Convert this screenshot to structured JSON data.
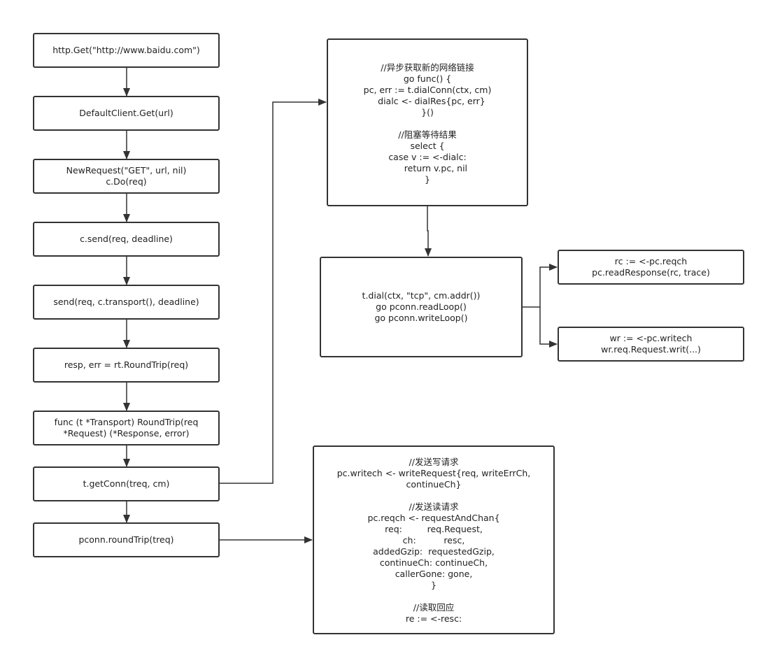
{
  "nodes": {
    "http_get": [
      "http.Get(\"http://www.baidu.com\")"
    ],
    "default_client_get": [
      "DefaultClient.Get(url)"
    ],
    "new_request": [
      "NewRequest(\"GET\", url, nil)",
      "c.Do(req)"
    ],
    "c_send": [
      "c.send(req, deadline)"
    ],
    "send": [
      "send(req, c.transport(), deadline)"
    ],
    "round_trip_call": [
      "resp, err = rt.RoundTrip(req)"
    ],
    "round_trip_func": [
      "func (t *Transport) RoundTrip(req",
      "*Request) (*Response, error)"
    ],
    "get_conn": [
      "t.getConn(treq, cm)"
    ],
    "pconn_round_trip": [
      "pconn.roundTrip(treq)"
    ],
    "dial_conn": [
      "//异步获取新的网络链接",
      "go func() {",
      "pc, err := t.dialConn(ctx, cm)",
      "   dialc <- dialRes{pc, err}",
      "}()",
      "",
      "//阻塞等待结果",
      "select {",
      "case v := <-dialc:",
      "      return v.pc, nil",
      "}"
    ],
    "t_dial": [
      "t.dial(ctx, \"tcp\", cm.addr())",
      "go pconn.readLoop()",
      "go pconn.writeLoop()"
    ],
    "read_loop": [
      "rc := <-pc.reqch",
      "pc.readResponse(rc, trace)"
    ],
    "write_loop": [
      "wr := <-pc.writech",
      "wr.req.Request.writ(...)"
    ],
    "write_request": [
      "//发送写请求",
      "pc.writech <- writeRequest{req, writeErrCh,",
      "continueCh}",
      "",
      "//发送读请求",
      "pc.reqch <- requestAndChan{",
      "req:         req.Request,",
      "ch:          resc,",
      "addedGzip:  requestedGzip,",
      "continueCh: continueCh,",
      "callerGone: gone,",
      "}",
      "",
      "//读取回应",
      "re := <-resc:"
    ]
  },
  "colors": {
    "border": "#333333",
    "arrow": "#333333",
    "background": "#ffffff",
    "text": "#222222"
  }
}
